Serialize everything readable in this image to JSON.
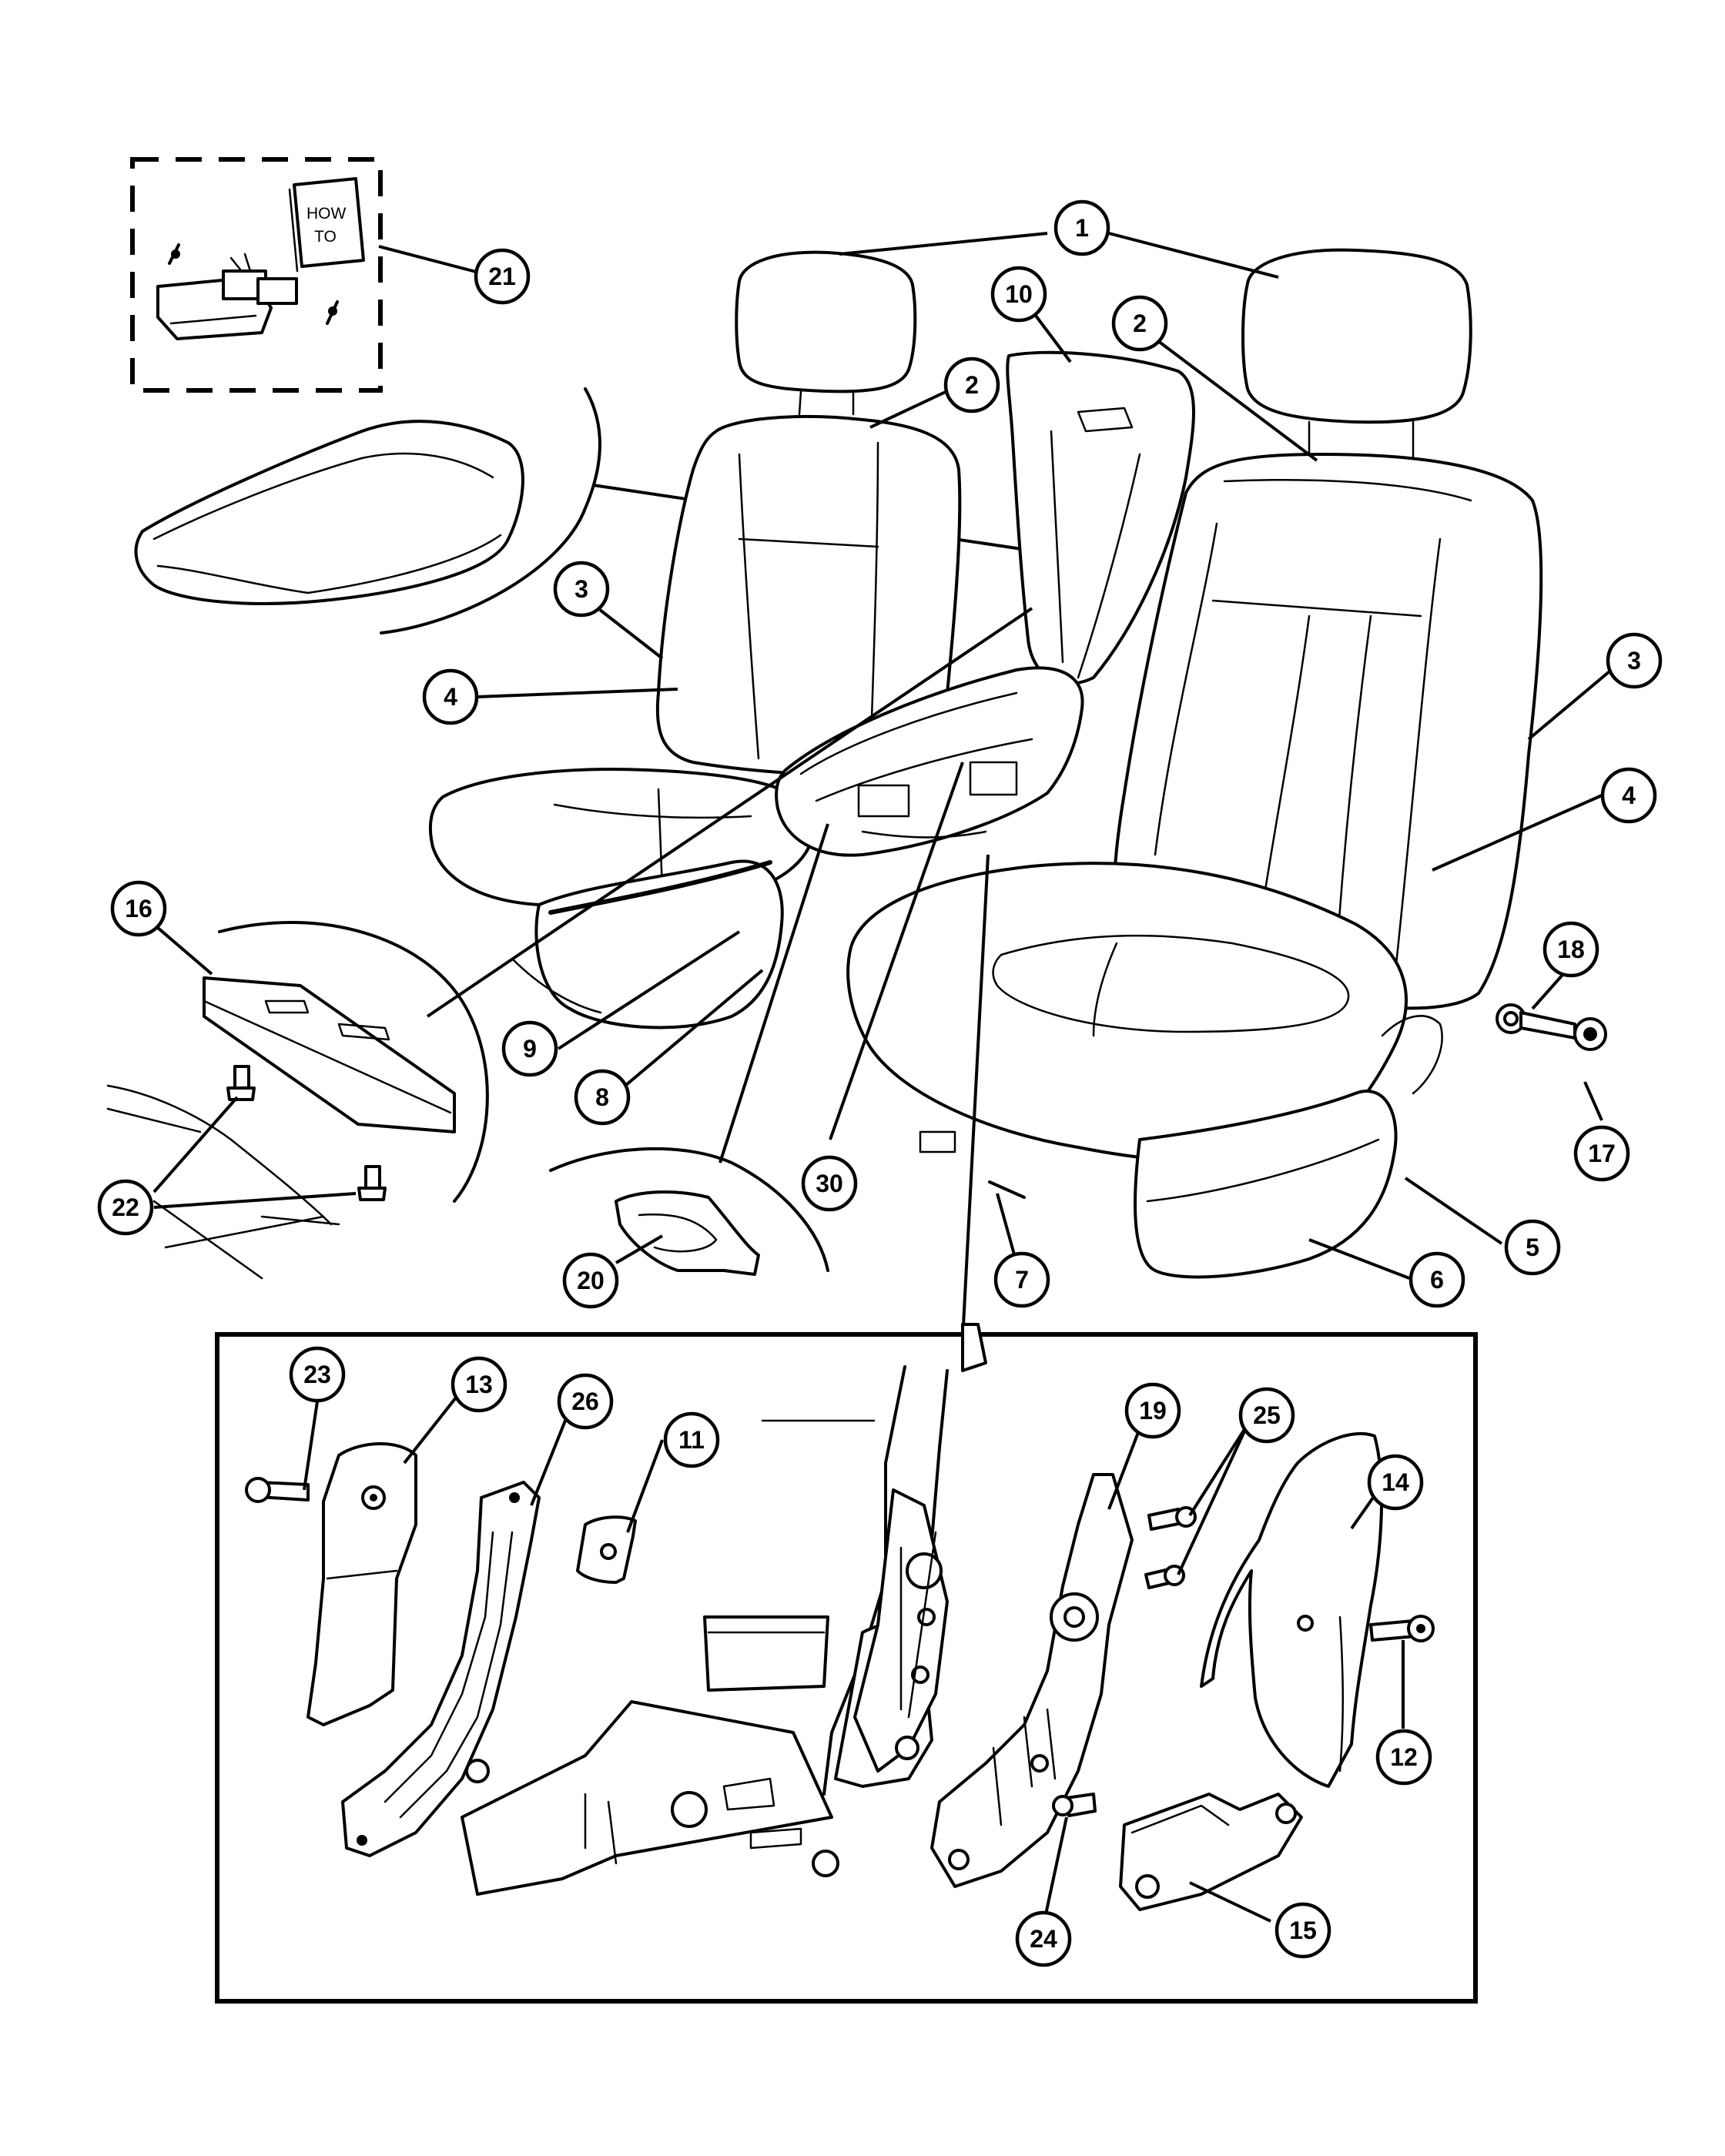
{
  "booklet": {
    "line1": "HOW",
    "line2": "TO"
  },
  "callouts": [
    {
      "id": "c1",
      "label": "1"
    },
    {
      "id": "c2a",
      "label": "2"
    },
    {
      "id": "c2b",
      "label": "2"
    },
    {
      "id": "c3a",
      "label": "3"
    },
    {
      "id": "c3b",
      "label": "3"
    },
    {
      "id": "c4a",
      "label": "4"
    },
    {
      "id": "c4b",
      "label": "4"
    },
    {
      "id": "c5",
      "label": "5"
    },
    {
      "id": "c6",
      "label": "6"
    },
    {
      "id": "c7",
      "label": "7"
    },
    {
      "id": "c8",
      "label": "8"
    },
    {
      "id": "c9",
      "label": "9"
    },
    {
      "id": "c10",
      "label": "10"
    },
    {
      "id": "c11",
      "label": "11"
    },
    {
      "id": "c12",
      "label": "12"
    },
    {
      "id": "c13",
      "label": "13"
    },
    {
      "id": "c14",
      "label": "14"
    },
    {
      "id": "c15",
      "label": "15"
    },
    {
      "id": "c16",
      "label": "16"
    },
    {
      "id": "c17",
      "label": "17"
    },
    {
      "id": "c18",
      "label": "18"
    },
    {
      "id": "c19",
      "label": "19"
    },
    {
      "id": "c20",
      "label": "20"
    },
    {
      "id": "c21",
      "label": "21"
    },
    {
      "id": "c22",
      "label": "22"
    },
    {
      "id": "c23",
      "label": "23"
    },
    {
      "id": "c24",
      "label": "24"
    },
    {
      "id": "c25",
      "label": "25"
    },
    {
      "id": "c26",
      "label": "26"
    },
    {
      "id": "c30",
      "label": "30"
    }
  ]
}
